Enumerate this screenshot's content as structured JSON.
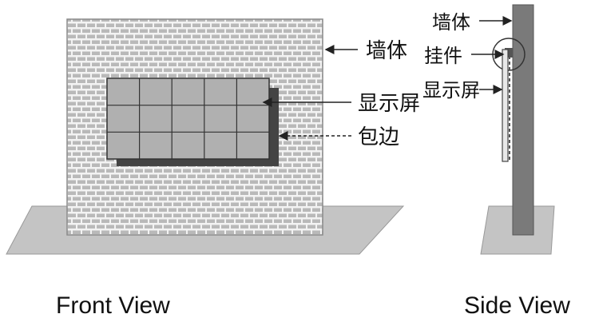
{
  "front": {
    "caption": "Front View",
    "labels": {
      "wall": "墙体",
      "screen": "显示屏",
      "edging": "包边"
    },
    "grid": {
      "rows": 3,
      "cols": 5
    }
  },
  "side": {
    "caption": "Side View",
    "labels": {
      "wall": "墙体",
      "bracket": "挂件",
      "screen": "显示屏"
    }
  },
  "colors": {
    "ground": "#c4c4c4",
    "wall_fill": "#bdbdbd",
    "mortar": "#f2f2f2",
    "panel": "#b0b0b0",
    "shadow": "#4a4a4a",
    "side_wall": "#7a7a7a",
    "line": "#222222"
  }
}
